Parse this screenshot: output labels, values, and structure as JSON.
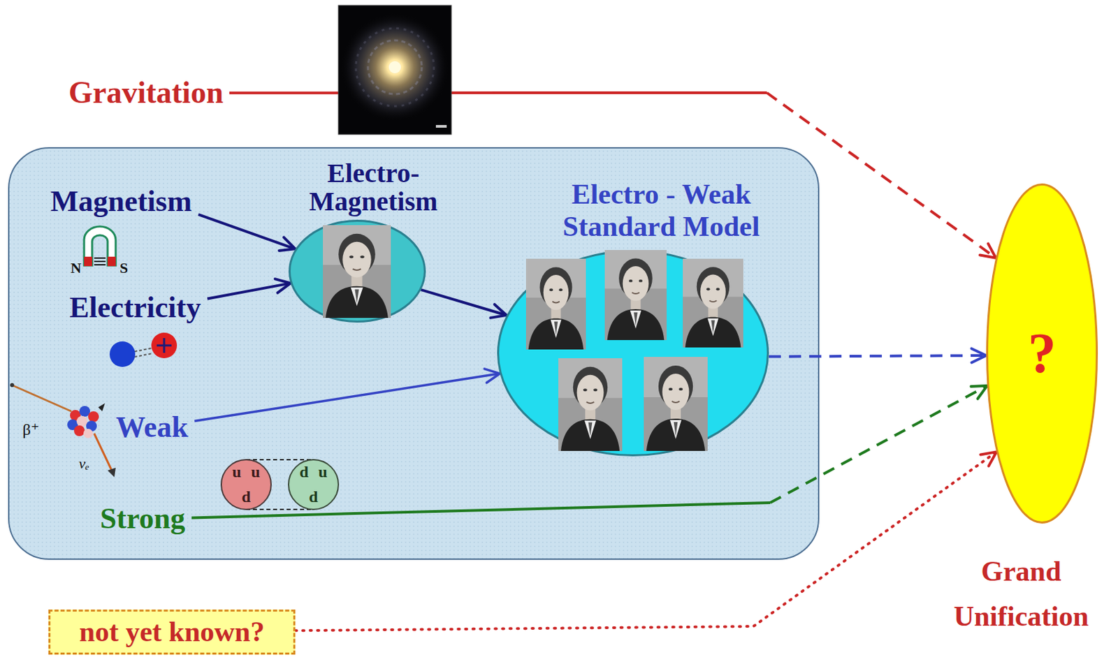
{
  "diagram": {
    "nodes": [
      {
        "text": [
          "Gravitation"
        ]
      },
      {
        "text": [
          "Magnetism"
        ]
      },
      {
        "text": [
          "Electro- Magnetism"
        ]
      },
      {
        "text": [
          "Electro - Weak Standard Model"
        ]
      },
      {
        "text": [
          "Electricity"
        ]
      },
      {
        "text": [
          "Weak"
        ]
      },
      {
        "text": [
          "Strong"
        ]
      },
      {
        "text": [
          "?",
          "Grand Unification"
        ]
      },
      {
        "text": [
          "not yet known?"
        ]
      }
    ],
    "edges": [
      {
        "from": 0,
        "to": 7,
        "arrow": "to"
      },
      {
        "from": 1,
        "to": 2,
        "arrow": "to"
      },
      {
        "from": 4,
        "to": 2,
        "arrow": "to"
      },
      {
        "from": 2,
        "to": 3,
        "arrow": "to"
      },
      {
        "from": 5,
        "to": 3,
        "arrow": "to"
      },
      {
        "from": 3,
        "to": 7,
        "arrow": "to"
      },
      {
        "from": 6,
        "to": 7,
        "arrow": "to"
      },
      {
        "from": 8,
        "to": 7,
        "arrow": "to"
      }
    ],
    "labels": [
      "N",
      "S",
      "β⁺",
      "νₑ",
      "u",
      "u",
      "d",
      "d",
      "u",
      "d"
    ]
  }
}
